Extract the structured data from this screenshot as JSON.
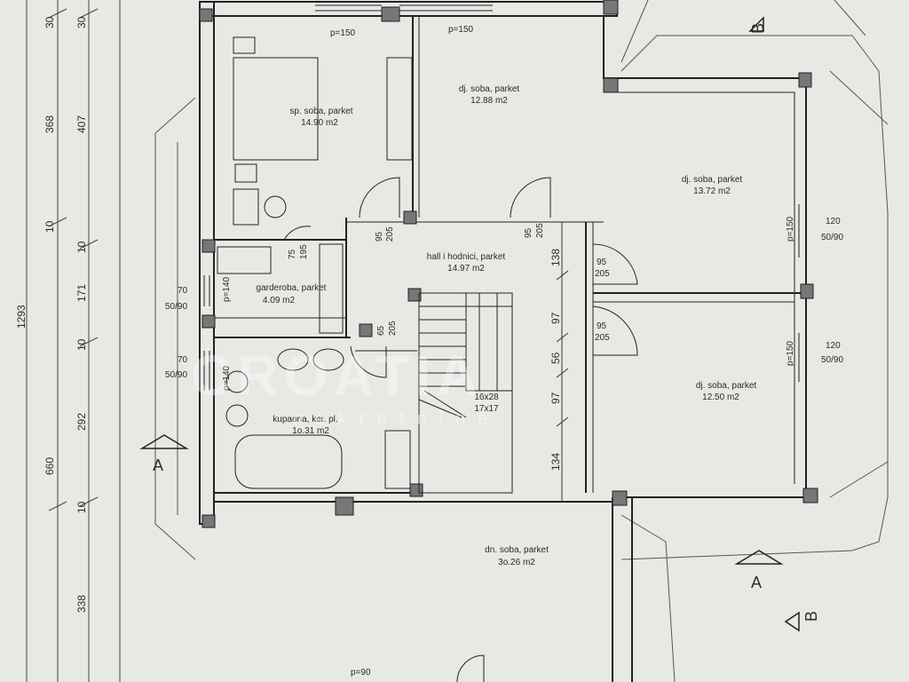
{
  "rooms": {
    "master_bedroom": {
      "name": "sp. soba, parket",
      "area": "14.90 m2"
    },
    "kids_room_1": {
      "name": "dj. soba, parket",
      "area": "12.88 m2"
    },
    "kids_room_2": {
      "name": "dj. soba, parket",
      "area": "13.72 m2"
    },
    "kids_room_3": {
      "name": "dj. soba, parket",
      "area": "12.50 m2"
    },
    "hall": {
      "name": "hall i hodnici, parket",
      "area": "14.97 m2"
    },
    "wardrobe": {
      "name": "garderoba, parket",
      "area": "4.09 m2"
    },
    "bathroom": {
      "name": "kupaona, ker. pl.",
      "area": "1o.31 m2"
    },
    "living_room": {
      "name": "dn. soba, parket",
      "area": "3o.26 m2"
    },
    "stairs": {
      "steps": "16x28",
      "riser": "17x17"
    }
  },
  "window_labels": {
    "p150_a": "p=150",
    "p150_b": "p=150",
    "p150_c": "p=150",
    "p150_d": "p=150",
    "p140_a": "p=140",
    "p140_b": "p=140",
    "p90": "p=90",
    "w120_a": "120",
    "w5090_a": "50/90",
    "w120_b": "120",
    "w5090_b": "50/90",
    "w70_a": "70",
    "w5090_c": "50/90",
    "w70_b": "70",
    "w5090_d": "50/90"
  },
  "door_labels": {
    "d95_205_a": [
      "95",
      "205"
    ],
    "d95_205_b": [
      "95",
      "205"
    ],
    "d95_205_c": [
      "95",
      "205"
    ],
    "d95_205_d": [
      "95",
      "205"
    ],
    "d75_195": [
      "75",
      "195"
    ],
    "d65_205": [
      "65",
      "205"
    ]
  },
  "dimensions_outer": [
    "30",
    "407",
    "10",
    "171",
    "10",
    "292",
    "10",
    "338"
  ],
  "dimensions_inner": [
    "30",
    "368",
    "10",
    "660"
  ],
  "dimension_total": "1293",
  "dimensions_hall": [
    "138",
    "97",
    "56",
    "97",
    "134"
  ],
  "section_marks": {
    "a": "A",
    "b": "B"
  },
  "watermark": {
    "main": "CROATIA",
    "sub": "nekretnine"
  }
}
